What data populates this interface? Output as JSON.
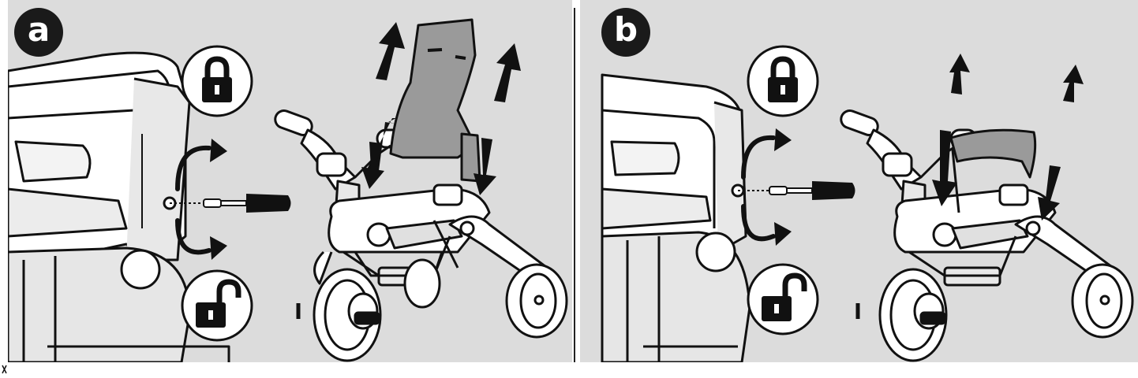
{
  "panels": [
    {
      "id": "a",
      "label": "a"
    },
    {
      "id": "b",
      "label": "b"
    }
  ],
  "icons": {
    "locked": "padlock-closed-icon",
    "unlocked": "padlock-open-icon",
    "tool": "screwdriver-icon",
    "rotate": "curved-arrow-icon",
    "move": "straight-arrow-icon"
  },
  "colors": {
    "background": "#dcdcdc",
    "line": "#111111",
    "seat_gray": "#9a9a9a",
    "badge": "#1a1a1a"
  }
}
